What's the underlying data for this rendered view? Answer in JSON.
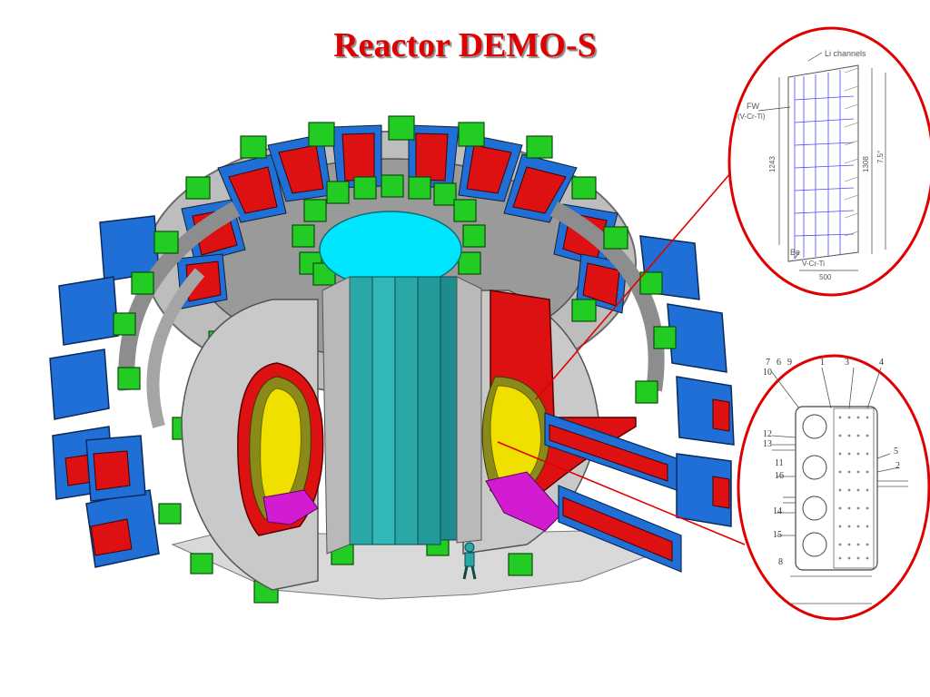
{
  "slide": {
    "title": "Reactor DEMO-S"
  },
  "detail_top": {
    "labels": {
      "li_channels": "Li channels",
      "fw": "FW",
      "fw_material": "(V-Cr-Ti)",
      "be": "Be",
      "bottom_material": "V-Cr-Ti",
      "dim_left": "1243",
      "dim_right": "1308",
      "dim_far_right": "7.5°",
      "dim_bottom": "500"
    }
  },
  "detail_bottom": {
    "callouts": [
      "7",
      "6",
      "9",
      "10",
      "1",
      "3",
      "4",
      "5",
      "2",
      "12",
      "13",
      "11",
      "16",
      "14",
      "15",
      "8"
    ]
  },
  "colors": {
    "title": "#e00000",
    "coil_green": "#22cc22",
    "coil_blue": "#1f6fd6",
    "vessel_red": "#dd1111",
    "plasma_yellow": "#f0e000",
    "solenoid_teal": "#2aa8a8",
    "bore_cyan": "#00e5ff",
    "divertor_magenta": "#d21cd2",
    "structure_gray": "#c9c9c9",
    "callout_red": "#e00000"
  }
}
